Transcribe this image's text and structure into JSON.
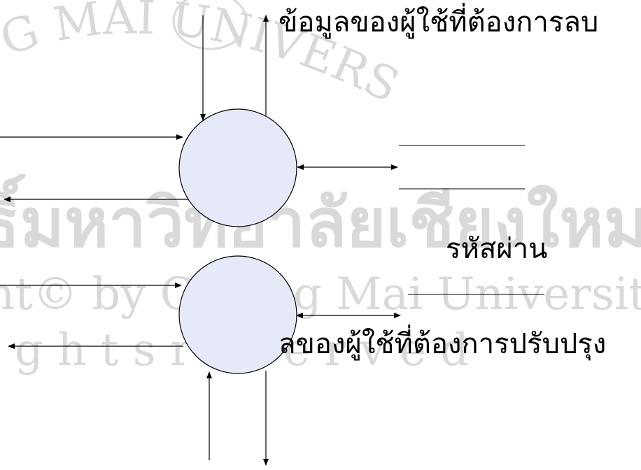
{
  "colors": {
    "process_fill": "#e6eaf8",
    "stroke": "#000000",
    "watermark": "#d9d9d9",
    "background": "#ffffff"
  },
  "watermark": {
    "arc_text": "G MAI UNIVERSI",
    "line1": "ธิ์มหาวิทยาลัยเชียงใหม",
    "line2": "ht© by Chiang Mai University",
    "line3": "i g h t s   r e s e r v e d"
  },
  "labels": {
    "delete_data": "ข้อมูลของผู้ใช้ที่ต้องการลบ",
    "password": "รหัสผ่าน",
    "update_data": "ลของผู้ใช้ที่ต้องการปรับปรุง"
  }
}
